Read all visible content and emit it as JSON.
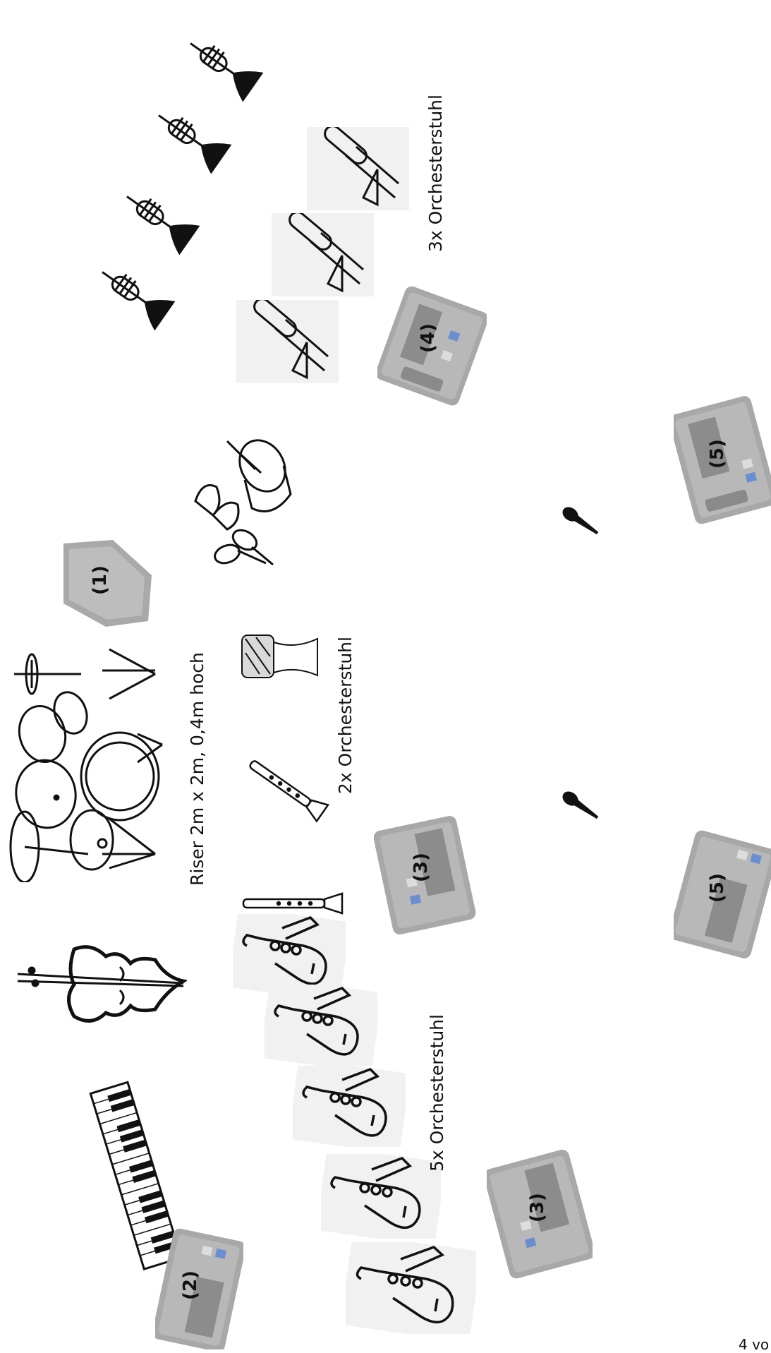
{
  "labels": {
    "riser": "Riser 2m x 2m, 0,4m hoch",
    "chairs_left": "5x Orchesterstuhl",
    "chairs_middle": "2x Orchesterstuhl",
    "chairs_right": "3x Orchesterstuhl"
  },
  "monitors": {
    "m1": "(1)",
    "m2": "(2)",
    "m3a": "(3)",
    "m3b": "(3)",
    "m4": "(4)",
    "m5a": "(5)",
    "m5b": "(5)"
  },
  "page_number": "4 vo"
}
